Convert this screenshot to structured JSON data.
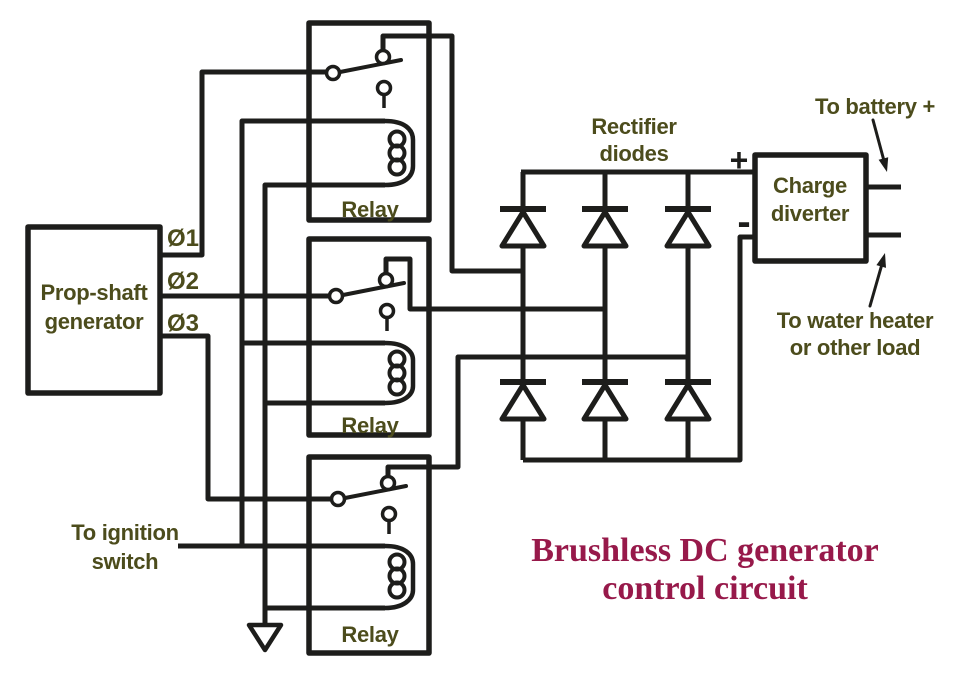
{
  "title": {
    "line1": "Brushless DC generator",
    "line2": "control circuit"
  },
  "generator": {
    "line1": "Prop-shaft",
    "line2": "generator"
  },
  "phases": {
    "p1": "Ø1",
    "p2": "Ø2",
    "p3": "Ø3"
  },
  "relays": {
    "r1": "Relay",
    "r2": "Relay",
    "r3": "Relay"
  },
  "rectifier": {
    "line1": "Rectifier",
    "line2": "diodes"
  },
  "bus": {
    "plus": "+",
    "minus": "-"
  },
  "charge_diverter": {
    "line1": "Charge",
    "line2": "diverter"
  },
  "battery_label": "To battery +",
  "load_label": {
    "line1": "To water heater",
    "line2": "or other load"
  },
  "ignition_label": {
    "line1": "To ignition",
    "line2": "switch"
  },
  "colors": {
    "line": "#1d1d1b",
    "label": "#4c4c1c",
    "title": "#97194a",
    "background": "#ffffff"
  }
}
